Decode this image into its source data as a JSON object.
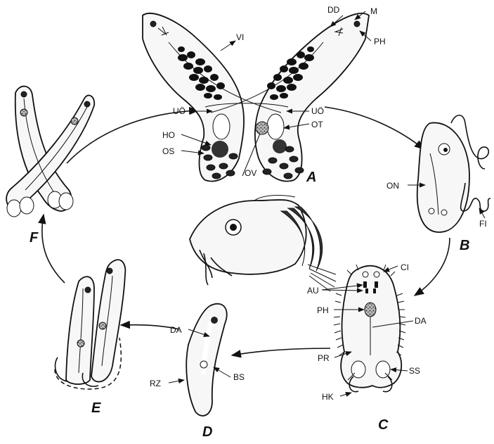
{
  "stages": {
    "A": "A",
    "B": "B",
    "C": "C",
    "D": "D",
    "E": "E",
    "F": "F"
  },
  "labels": {
    "vi": "VI",
    "dd": "DD",
    "m": "M",
    "ph_a": "PH",
    "uo_left": "UÖ",
    "uo_right": "UÖ",
    "ho": "HO",
    "os": "OS",
    "ov": "OV",
    "ot": "OT",
    "on": "ON",
    "fi": "FI",
    "ci": "CI",
    "au": "AU",
    "ph_c": "PH",
    "da_c": "DA",
    "pr": "PR",
    "ss": "SS",
    "hk": "HK",
    "da_d": "DA",
    "rz": "RZ",
    "bs": "BS"
  }
}
